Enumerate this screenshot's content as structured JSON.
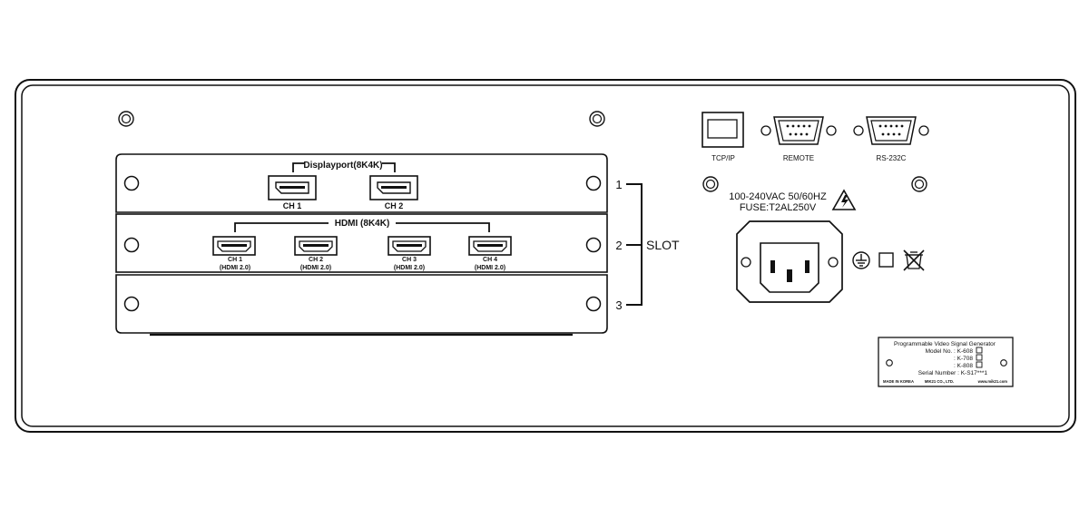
{
  "slots": {
    "label": "SLOT",
    "numbers": [
      "1",
      "2",
      "3"
    ],
    "slot1": {
      "title": "Displayport(8K4K)",
      "channels": [
        "CH 1",
        "CH 2"
      ]
    },
    "slot2": {
      "title": "HDMI (8K4K)",
      "channels": [
        {
          "name": "CH 1",
          "sub": "(HDMI 2.0)"
        },
        {
          "name": "CH 2",
          "sub": "(HDMI 2.0)"
        },
        {
          "name": "CH 3",
          "sub": "(HDMI 2.0)"
        },
        {
          "name": "CH 4",
          "sub": "(HDMI 2.0)"
        }
      ]
    }
  },
  "ports": {
    "tcpip": "TCP/IP",
    "remote": "REMOTE",
    "rs232c": "RS-232C"
  },
  "power": {
    "voltage": "100-240VAC 50/60HZ",
    "fuse": "FUSE:T2AL250V"
  },
  "nameplate": {
    "line1": "Programmable Video Signal Generator",
    "line2": "Model No. :  K-608",
    "line3": ":  K-708",
    "line4": ":  K-808",
    "line5": "Serial Number :  K-S17***1",
    "footer_left": "MADE IN KOREA",
    "footer_mid": "MIK21 CO., LTD.",
    "footer_right": "www.mik21.com"
  }
}
